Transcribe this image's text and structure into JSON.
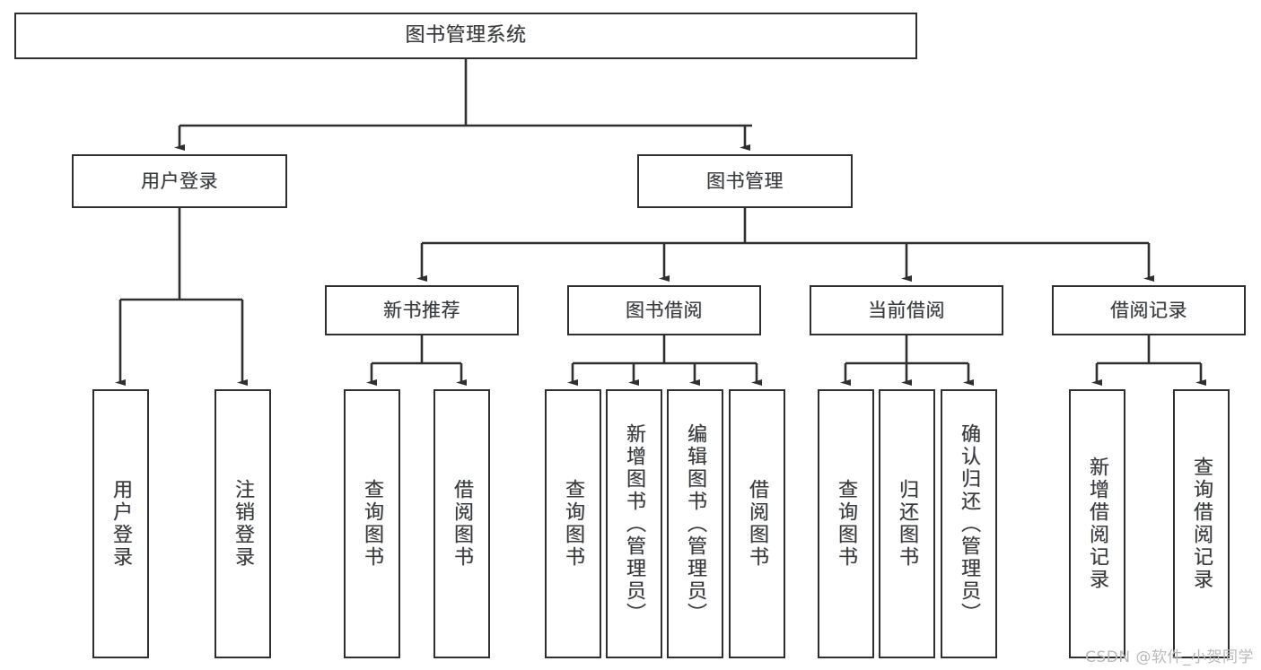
{
  "diagram": {
    "type": "tree",
    "title": "图书管理系统",
    "orientation": "top-down",
    "colors": {
      "box_border": "#2f2f2f",
      "box_fill": "#ffffff",
      "connector": "#2f2f2f",
      "text": "#3a3a3a",
      "watermark": "#b9b9b9",
      "background": "#ffffff"
    }
  },
  "root": {
    "label": "图书管理系统"
  },
  "level2": [
    {
      "label": "用户登录"
    },
    {
      "label": "图书管理"
    }
  ],
  "level3": [
    {
      "label": "新书推荐"
    },
    {
      "label": "图书借阅"
    },
    {
      "label": "当前借阅"
    },
    {
      "label": "借阅记录"
    }
  ],
  "leaves": {
    "user_login": [
      {
        "label": "用户登录"
      },
      {
        "label": "注销登录"
      }
    ],
    "new_book_recommend": [
      {
        "label": "查询图书"
      },
      {
        "label": "借阅图书"
      }
    ],
    "book_borrow": [
      {
        "label": "查询图书"
      },
      {
        "label": "新增图书（管理员）"
      },
      {
        "label": "编辑图书（管理员）"
      },
      {
        "label": "借阅图书"
      }
    ],
    "current_borrow": [
      {
        "label": "查询图书"
      },
      {
        "label": "归还图书"
      },
      {
        "label": "确认归还（管理员）"
      }
    ],
    "borrow_record": [
      {
        "label": "新增借阅记录"
      },
      {
        "label": "查询借阅记录"
      }
    ]
  },
  "watermark": {
    "text": "CSDN @软件_小贺同学"
  }
}
